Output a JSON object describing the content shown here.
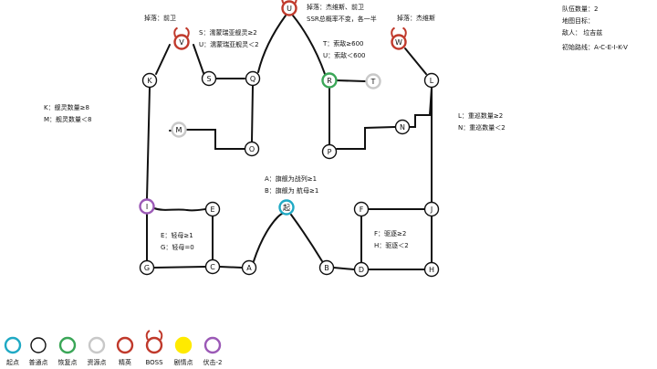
{
  "colors": {
    "start": "#1fa9c4",
    "normal": "#111111",
    "repair": "#3aa657",
    "resource": "#c8c8c8",
    "elite": "#c0392b",
    "boss": "#c0392b",
    "story": "#ffea00",
    "ambush": "#9b59b6"
  },
  "nodes": {
    "A": {
      "label": "A",
      "type": "normal"
    },
    "B": {
      "label": "B",
      "type": "normal"
    },
    "C": {
      "label": "C",
      "type": "normal"
    },
    "D": {
      "label": "D",
      "type": "normal"
    },
    "E": {
      "label": "E",
      "type": "normal"
    },
    "F": {
      "label": "F",
      "type": "normal"
    },
    "G": {
      "label": "G",
      "type": "normal"
    },
    "H": {
      "label": "H",
      "type": "normal"
    },
    "I": {
      "label": "I",
      "type": "ambush"
    },
    "J": {
      "label": "J",
      "type": "normal"
    },
    "K": {
      "label": "K",
      "type": "normal"
    },
    "L": {
      "label": "L",
      "type": "normal"
    },
    "M": {
      "label": "M",
      "type": "resource"
    },
    "N": {
      "label": "N",
      "type": "normal"
    },
    "O": {
      "label": "O",
      "type": "normal"
    },
    "P": {
      "label": "P",
      "type": "normal"
    },
    "Q": {
      "label": "Q",
      "type": "normal"
    },
    "R": {
      "label": "R",
      "type": "repair"
    },
    "S": {
      "label": "S",
      "type": "normal"
    },
    "T": {
      "label": "T",
      "type": "resource"
    },
    "U": {
      "label": "U",
      "type": "boss"
    },
    "V": {
      "label": "V",
      "type": "boss"
    },
    "W": {
      "label": "W",
      "type": "boss"
    },
    "start": {
      "label": "起",
      "type": "start"
    }
  },
  "notes": {
    "drop_v": "掉落：前卫",
    "su_1": "S：濡蒙瑞亚舰灵≥2",
    "su_2": "U：濡蒙瑞亚舰灵＜2",
    "drop_u_1": "掉落：杰维斯、前卫",
    "drop_u_2": "SSR总概率不变，各一半",
    "tu_1": "T：索敌≥600",
    "tu_2": "U：索敌＜600",
    "drop_w": "掉落：杰维斯",
    "fleet_count": "队伍数量：2",
    "map_goal": "地图目标：",
    "enemy": "敌人：    垃吉兹",
    "route": "初始路线：A-C-E-I-K-V",
    "km_1": "K：舰灵数量≥8",
    "km_2": "M：舰灵数量＜8",
    "ln_1": "L：重巡数量≥2",
    "ln_2": "N：重巡数量＜2",
    "ab_1": "A：旗舰为战列≥1",
    "ab_2": "B：旗舰为 航母≥1",
    "eg_1": "E：轻母≥1",
    "eg_2": "G：轻母=0",
    "fh_1": "F：驱逐≥2",
    "fh_2": "H：驱逐＜2"
  },
  "legend": [
    {
      "type": "start",
      "label": "起点"
    },
    {
      "type": "normal",
      "label": "普通点"
    },
    {
      "type": "repair",
      "label": "恢复点"
    },
    {
      "type": "resource",
      "label": "资源点"
    },
    {
      "type": "elite",
      "label": "精英"
    },
    {
      "type": "boss",
      "label": "BOSS"
    },
    {
      "type": "story",
      "label": "剧情点"
    },
    {
      "type": "ambush",
      "label": "伏击-2"
    }
  ]
}
